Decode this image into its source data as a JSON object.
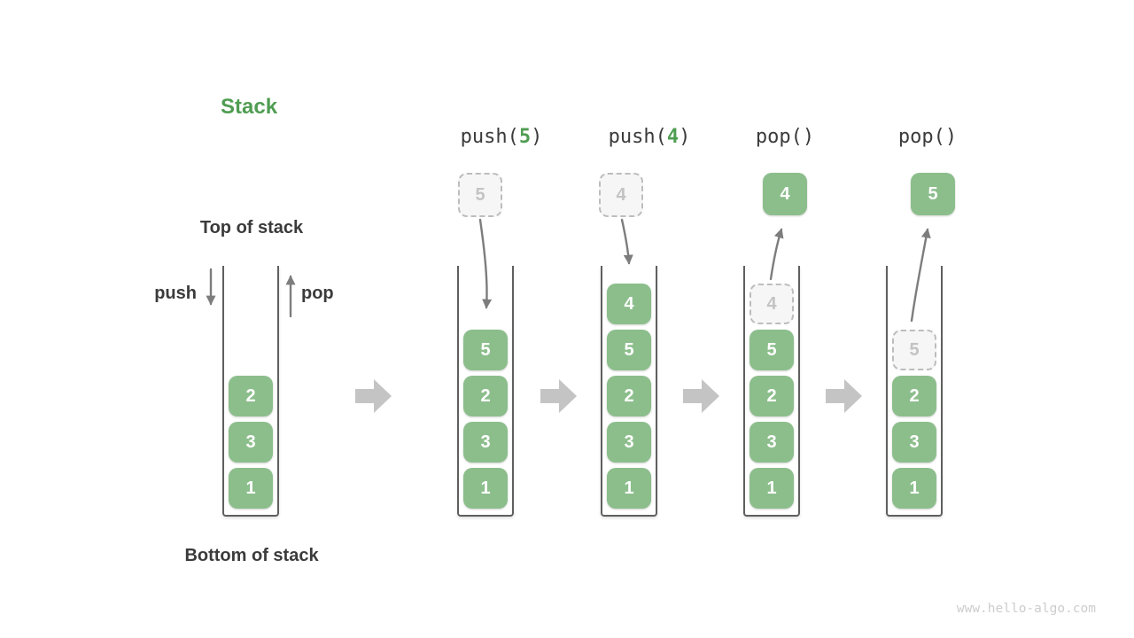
{
  "title": "Stack",
  "labels": {
    "top": "Top of stack",
    "bottom": "Bottom of stack",
    "push": "push",
    "pop": "pop"
  },
  "operations": [
    {
      "prefix": "push(",
      "arg": "5",
      "suffix": ")"
    },
    {
      "prefix": "push(",
      "arg": "4",
      "suffix": ")"
    },
    {
      "prefix": "pop()",
      "arg": "",
      "suffix": ""
    },
    {
      "prefix": "pop()",
      "arg": "",
      "suffix": ""
    }
  ],
  "floating": [
    {
      "value": "5",
      "type": "ghost"
    },
    {
      "value": "4",
      "type": "ghost"
    },
    {
      "value": "4",
      "type": "solid"
    },
    {
      "value": "5",
      "type": "solid"
    }
  ],
  "stacks": [
    {
      "blocks": [
        "2",
        "3",
        "1"
      ]
    },
    {
      "blocks": [
        "5",
        "2",
        "3",
        "1"
      ]
    },
    {
      "blocks": [
        "4",
        "5",
        "2",
        "3",
        "1"
      ]
    },
    {
      "ghost": "4",
      "blocks": [
        "5",
        "2",
        "3",
        "1"
      ]
    },
    {
      "ghost": "5",
      "blocks": [
        "2",
        "3",
        "1"
      ]
    }
  ],
  "watermark": "www.hello-algo.com",
  "colors": {
    "block_green": "#8CBE8C",
    "accent_green": "#4F9D52",
    "dark_text": "#3b3b3b",
    "arrow_gray": "#7d7d7d",
    "step_arrow_gray": "#c4c4c4",
    "ghost_border": "#bdbdbd",
    "ghost_fill": "#f6f6f6",
    "ghost_text": "#c3c3c3",
    "wall_gray": "#5f5f5f",
    "watermark_gray": "#cdcdcd"
  }
}
